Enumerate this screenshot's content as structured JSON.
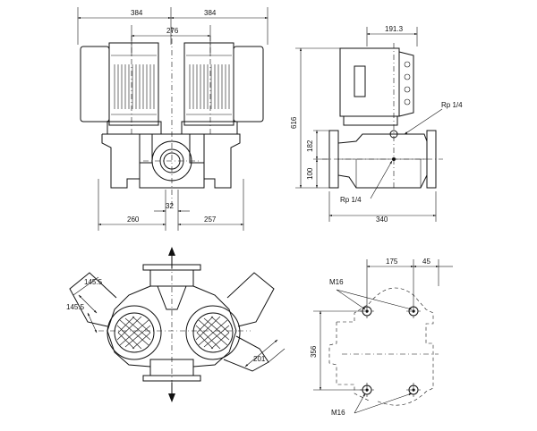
{
  "front_view": {
    "dim_left": "384",
    "dim_right": "384",
    "dim_span": "276",
    "dim_bottom_left": "260",
    "dim_offset": "32",
    "dim_bottom_right": "257"
  },
  "side_view": {
    "dim_top": "191.3",
    "dim_height": "616",
    "dim_182": "182",
    "dim_100": "100",
    "dim_width": "340",
    "port_top": "Rp 1/4",
    "port_bottom": "Rp 1/4"
  },
  "top_view": {
    "dim_a": "145.5",
    "dim_b": "145.5",
    "dim_c": "201"
  },
  "foot_view": {
    "dim_175": "175",
    "dim_45": "45",
    "dim_356": "356",
    "bolt_top": "M16",
    "bolt_bottom": "M16"
  }
}
